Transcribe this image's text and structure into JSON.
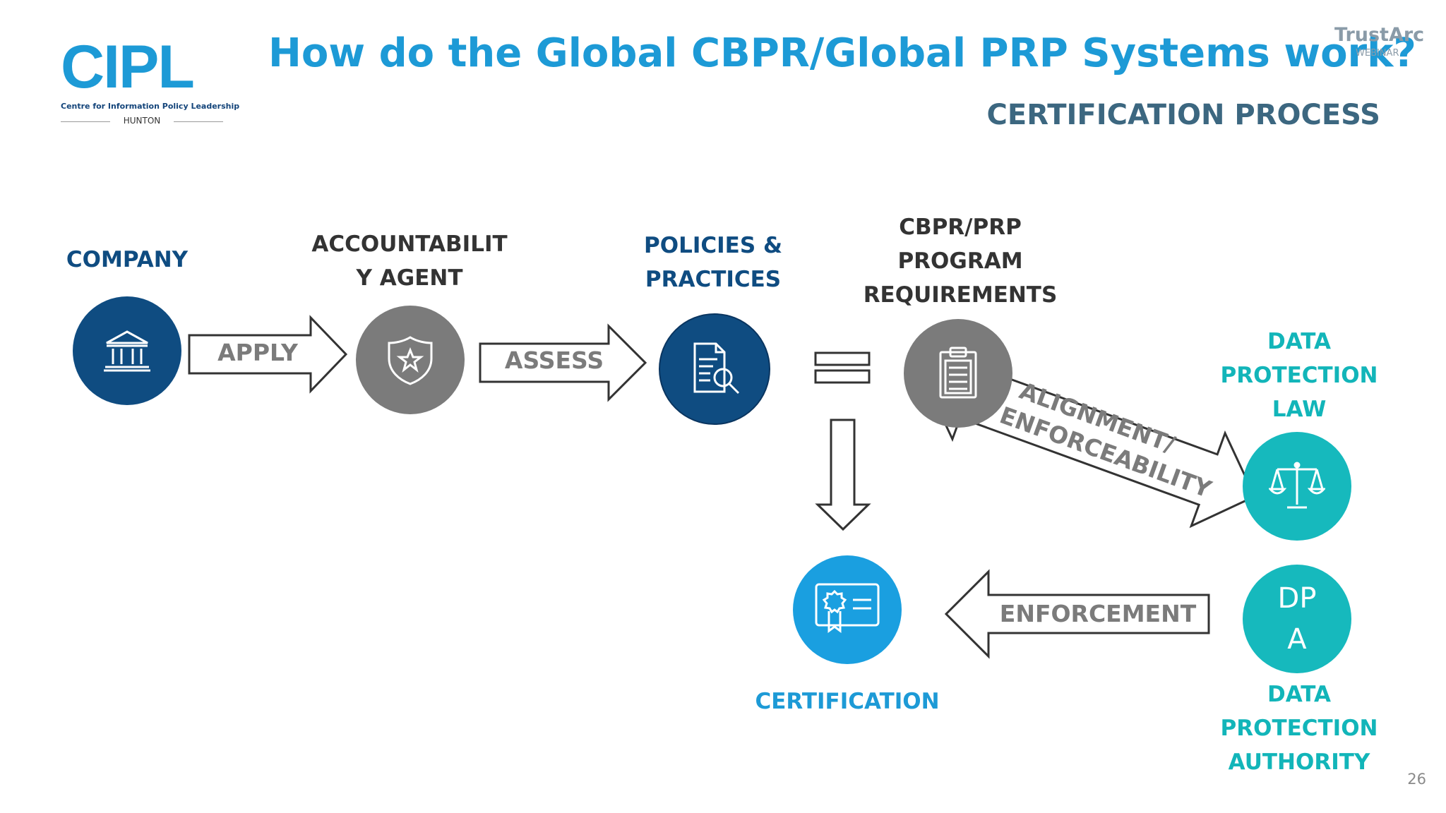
{
  "logo": {
    "name": "CIPL",
    "tagline": "Centre for Information Policy Leadership",
    "sub": "HUNTON"
  },
  "title": "How do the Global CBPR/Global PRP Systems work?",
  "trustarc": {
    "name": "TrustArc",
    "sub": "WEBINAR"
  },
  "subtitle": "CERTIFICATION PROCESS",
  "nodes": {
    "company": {
      "label": "COMPANY",
      "icon": "bank-building-icon"
    },
    "agent": {
      "label": "ACCOUNTABILIT\nY AGENT",
      "icon": "shield-star-icon"
    },
    "policies": {
      "label": "POLICIES &\nPRACTICES",
      "icon": "document-search-icon"
    },
    "requirements": {
      "label": "CBPR/PRP\nPROGRAM\nREQUIREMENTS",
      "icon": "clipboard-icon"
    },
    "law": {
      "label": "DATA\nPROTECTION\nLAW",
      "icon": "scales-icon"
    },
    "dpa": {
      "label": "DATA\nPROTECTION\nAUTHORITY",
      "text": "DP\nA"
    },
    "certification": {
      "label": "CERTIFICATION",
      "icon": "certificate-icon"
    }
  },
  "arrows": {
    "apply": "APPLY",
    "assess": "ASSESS",
    "alignment_line1": "ALIGNMENT/",
    "alignment_line2": "ENFORCEABILITY",
    "enforcement": "ENFORCEMENT"
  },
  "colors": {
    "navy": "#0f4c81",
    "gray": "#7b7b7b",
    "blue": "#1a9fe0",
    "teal": "#16b9bd",
    "title": "#1d9ad6"
  },
  "page_number": "26"
}
